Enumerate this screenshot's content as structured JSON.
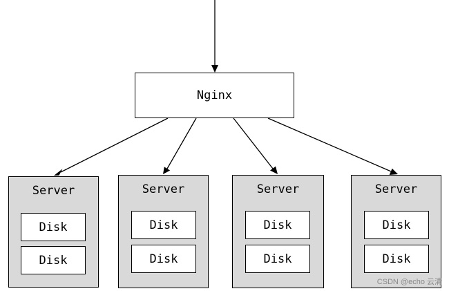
{
  "load_balancer": {
    "label": "Nginx"
  },
  "servers": [
    {
      "label": "Server",
      "disks": [
        "Disk",
        "Disk"
      ]
    },
    {
      "label": "Server",
      "disks": [
        "Disk",
        "Disk"
      ]
    },
    {
      "label": "Server",
      "disks": [
        "Disk",
        "Disk"
      ]
    },
    {
      "label": "Server",
      "disks": [
        "Disk",
        "Disk"
      ]
    }
  ],
  "watermark": "CSDN @echo 云清",
  "colors": {
    "server_fill": "#d9d9d9",
    "box_fill": "#ffffff",
    "stroke": "#000000"
  }
}
